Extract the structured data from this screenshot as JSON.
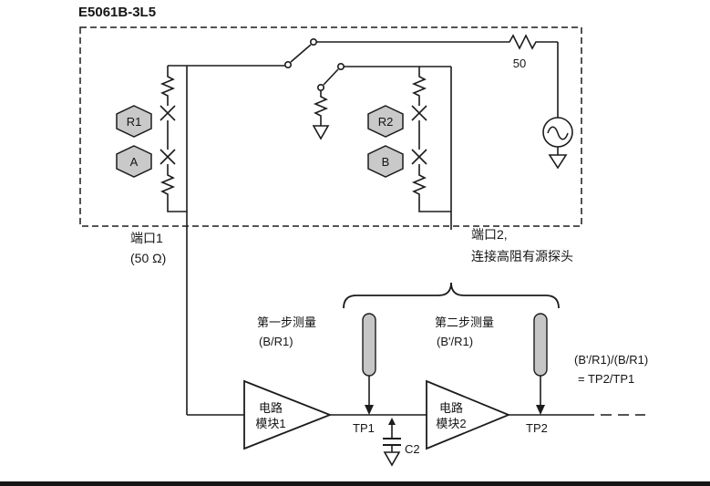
{
  "colors": {
    "stroke": "#1c1c1c",
    "hexagon_fill": "#c9c9c9",
    "probe_fill": "#c6c6c6"
  },
  "title": "E5061B-3L5",
  "analyzer": {
    "receiver_r1": "R1",
    "receiver_a": "A",
    "receiver_r2": "R2",
    "receiver_b": "B",
    "source_resistor": "50"
  },
  "ports": {
    "port1_name": "端口1",
    "port1_impedance": "(50 Ω)",
    "port2_name": "端口2,",
    "port2_note": "连接高阻有源探头"
  },
  "measurement": {
    "step1_title": "第一步测量",
    "step1_ratio": "(B/R1)",
    "step2_title": "第二步测量",
    "step2_ratio": "(B'/R1)",
    "result_expression": "(B'/R1)/(B/R1)",
    "result_equals": "= TP2/TP1"
  },
  "circuit": {
    "module1_line1": "电路",
    "module1_line2": "模块1",
    "module2_line1": "电路",
    "module2_line2": "模块2",
    "tp1": "TP1",
    "tp2": "TP2",
    "cap": "C2"
  }
}
